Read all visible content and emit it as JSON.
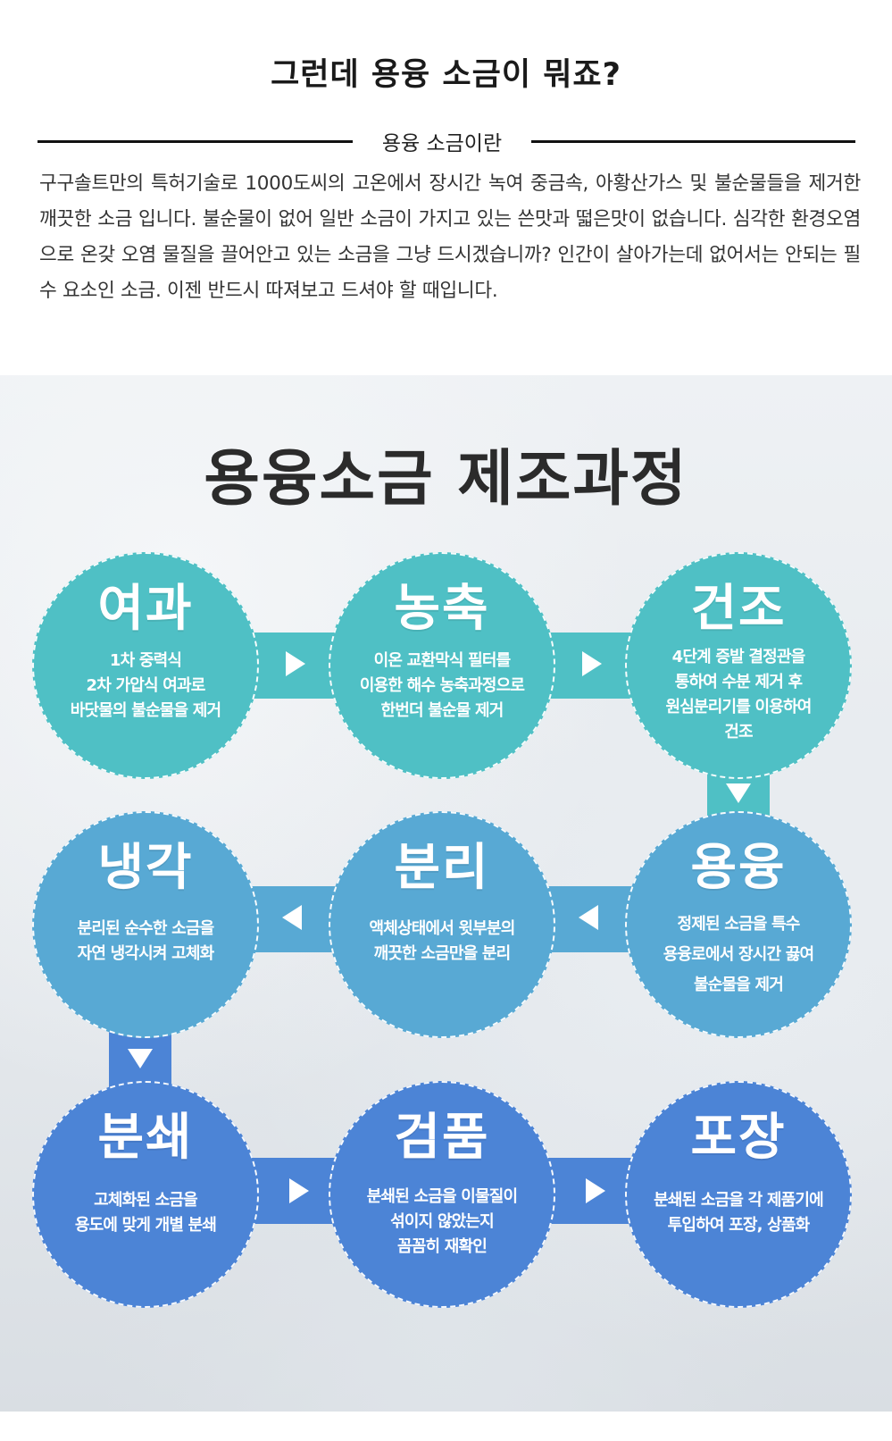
{
  "header": {
    "title": "그런데 용융 소금이 뭐죠?",
    "subtitle": "용융 소금이란",
    "intro": "구구솔트만의 특허기술로 1000도씨의 고온에서 장시간 녹여 중금속, 아황산가스 및 불순물들을 제거한 깨끗한 소금 입니다. 불순물이 없어 일반 소금이 가지고 있는 쓴맛과 떫은맛이 없습니다. 심각한 환경오염으로 온갖 오염 물질을 끌어안고 있는 소금을 그냥 드시겠습니까? 인간이 살아가는데 없어서는 안되는 필수 요소인 소금. 이젠 반드시 따져보고 드셔야 할 때입니다."
  },
  "process": {
    "title": "용융소금 제조과정",
    "colors": {
      "teal": "#4fc0c5",
      "sky": "#58a9d4",
      "blue": "#4c84d6"
    },
    "steps": [
      {
        "name": "여과",
        "lines": [
          "1차 중력식",
          "2차 가압식 여과로",
          "바닷물의 불순물을 제거"
        ]
      },
      {
        "name": "농축",
        "lines": [
          "이온 교환막식 필터를",
          "이용한 해수 농축과정으로",
          "한번더 불순물 제거"
        ]
      },
      {
        "name": "건조",
        "lines": [
          "4단계 증발 결정관을",
          "통하여 수분 제거 후",
          "원심분리기를 이용하여",
          "건조"
        ]
      },
      {
        "name": "용융",
        "lines": [
          "정제된 소금을 특수",
          "용융로에서 장시간 끓여",
          "불순물을 제거"
        ]
      },
      {
        "name": "분리",
        "lines": [
          "액체상태에서 윗부분의",
          "깨끗한 소금만을 분리"
        ]
      },
      {
        "name": "냉각",
        "lines": [
          "분리된 순수한 소금을",
          "자연 냉각시켜 고체화"
        ]
      },
      {
        "name": "분쇄",
        "lines": [
          "고체화된 소금을",
          "용도에 맞게 개별 분쇄"
        ]
      },
      {
        "name": "검품",
        "lines": [
          "분쇄된 소금을 이물질이",
          "섞이지 않았는지",
          "꼼꼼히 재확인"
        ]
      },
      {
        "name": "포장",
        "lines": [
          "분쇄된 소금을 각 제품기에",
          "투입하여 포장, 상품화"
        ]
      }
    ]
  }
}
